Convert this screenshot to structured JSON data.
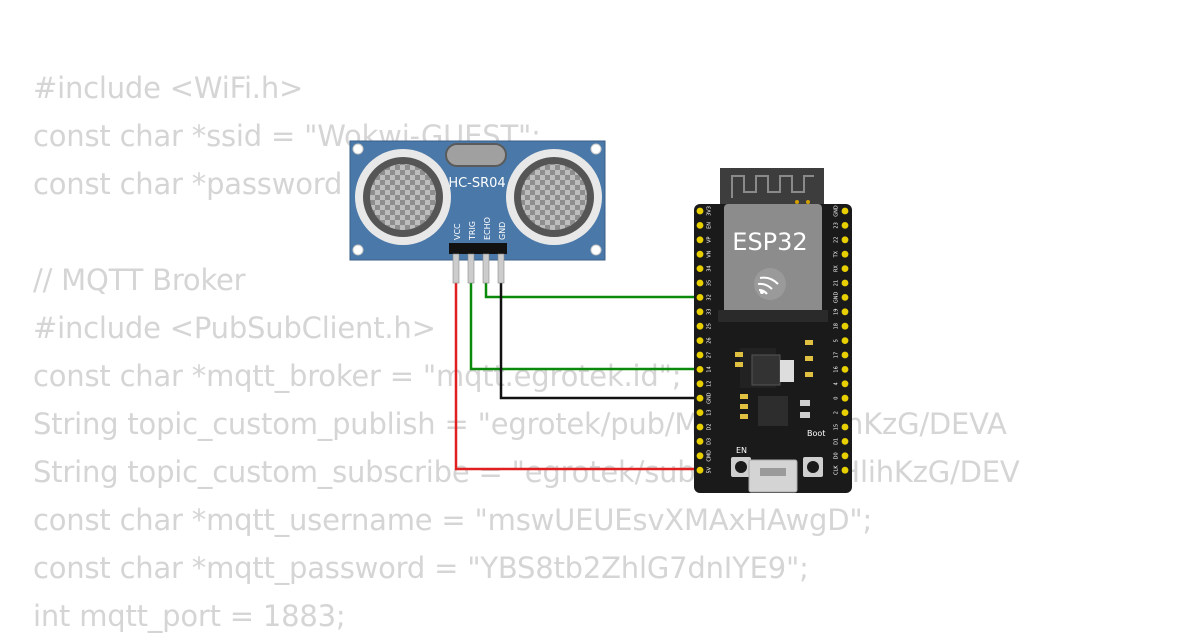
{
  "code_lines": [
    "#include <WiFi.h>",
    "const char *ssid = \"Wokwi-GUEST\";",
    "const char *password = \"\";",
    "",
    "// MQTT Broker",
    "#include <PubSubClient.h>",
    "const char *mqtt_broker = \"mqtt.egrotek.id\";",
    "String topic_custom_publish = \"egrotek/pub/MwvaFc5HlihKzG/DEVA",
    "String topic_custom_subscribe = \"egrotek/sub/MwvaFc5HlihKzG/DEV",
    "const char *mqtt_username = \"mswUEUEsvXMAxHAwgD\";",
    "const char *mqtt_password = \"YBS8tb2ZhlG7dnIYE9\";",
    "int mqtt_port = 1883;"
  ],
  "sensor": {
    "label": "HC-SR04",
    "pins": [
      "VCC",
      "TRIG",
      "ECHO",
      "GND"
    ]
  },
  "board": {
    "label": "ESP32",
    "en_label": "EN",
    "boot_label": "Boot",
    "left_pins": [
      "3V3",
      "EN",
      "VP",
      "VN",
      "34",
      "35",
      "32",
      "33",
      "25",
      "26",
      "27",
      "14",
      "12",
      "GND",
      "13",
      "D2",
      "D3",
      "CMD",
      "5V"
    ],
    "right_pins": [
      "GND",
      "23",
      "22",
      "TX",
      "RX",
      "21",
      "GND",
      "19",
      "18",
      "5",
      "17",
      "16",
      "4",
      "0",
      "2",
      "15",
      "D1",
      "D0",
      "CLK"
    ]
  },
  "colors": {
    "code_text": "#d5d5d5",
    "pcb_blue": "#4a78a8",
    "board_black": "#1a1a1a",
    "wire_red": "#e02020",
    "wire_green": "#0a8a0a",
    "wire_black": "#111111",
    "pin_gold": "#e8d000"
  }
}
